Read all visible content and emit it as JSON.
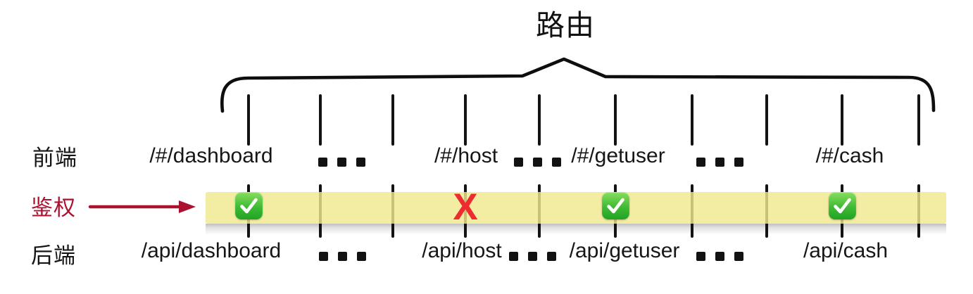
{
  "title": "路由",
  "row_labels": {
    "frontend": "前端",
    "auth": "鉴权",
    "backend": "后端"
  },
  "routes": [
    {
      "frontend_path": "/#/dashboard",
      "backend_path": "/api/dashboard",
      "auth": "allow"
    },
    {
      "frontend_path": "/#/host",
      "backend_path": "/api/host",
      "auth": "deny"
    },
    {
      "frontend_path": "/#/getuser",
      "backend_path": "/api/getuser",
      "auth": "allow"
    },
    {
      "frontend_path": "/#/cash",
      "backend_path": "/api/cash",
      "auth": "allow"
    }
  ],
  "auth_marks": {
    "allow_icon": "green-check-icon",
    "deny_glyph": "X"
  },
  "ellipsis_between_routes": "▪ ▪ ▪",
  "colors": {
    "auth_label": "#aa1230",
    "deny_x": "#ee2b2f",
    "check_green": "#21a325",
    "highlight_band": "#efe98e",
    "ink": "#141414"
  }
}
